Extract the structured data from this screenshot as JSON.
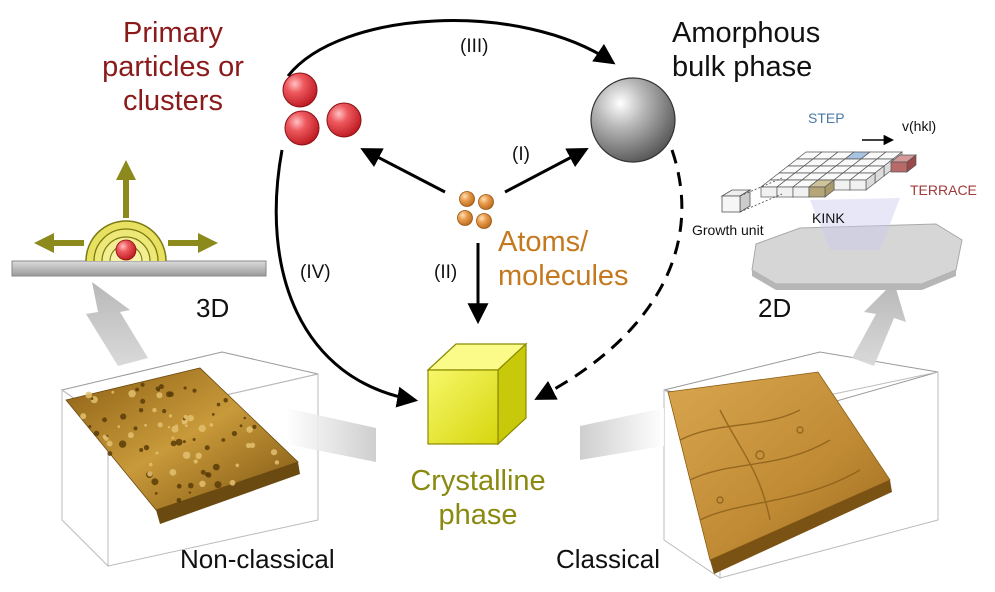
{
  "labels": {
    "primary_particles": "Primary\nparticles or\nclusters",
    "amorphous": "Amorphous\nbulk phase",
    "atoms_molecules": "Atoms/\nmolecules",
    "crystalline": "Crystalline\nphase",
    "three_d": "3D",
    "two_d": "2D",
    "non_classical": "Non-classical",
    "classical": "Classical",
    "path_1": "(I)",
    "path_2": "(II)",
    "path_3": "(III)",
    "path_4": "(IV)",
    "step": "STEP",
    "kink": "KINK",
    "terrace": "TERRACE",
    "growth_unit": "Growth unit",
    "v_hkl": "v(hkl)"
  },
  "colors": {
    "particle_red": "#e0474c",
    "atom_orange": "#e39a4d",
    "cube_yellow": "#e6e61e",
    "olive_arrow": "#8c8a1c",
    "sphere_gray": "#9a9a9a",
    "afm_gold": "#b98a2e",
    "step_blue": "#7aa3c9",
    "terrace_red": "#b86a6a",
    "kink_khaki": "#b5a679"
  }
}
